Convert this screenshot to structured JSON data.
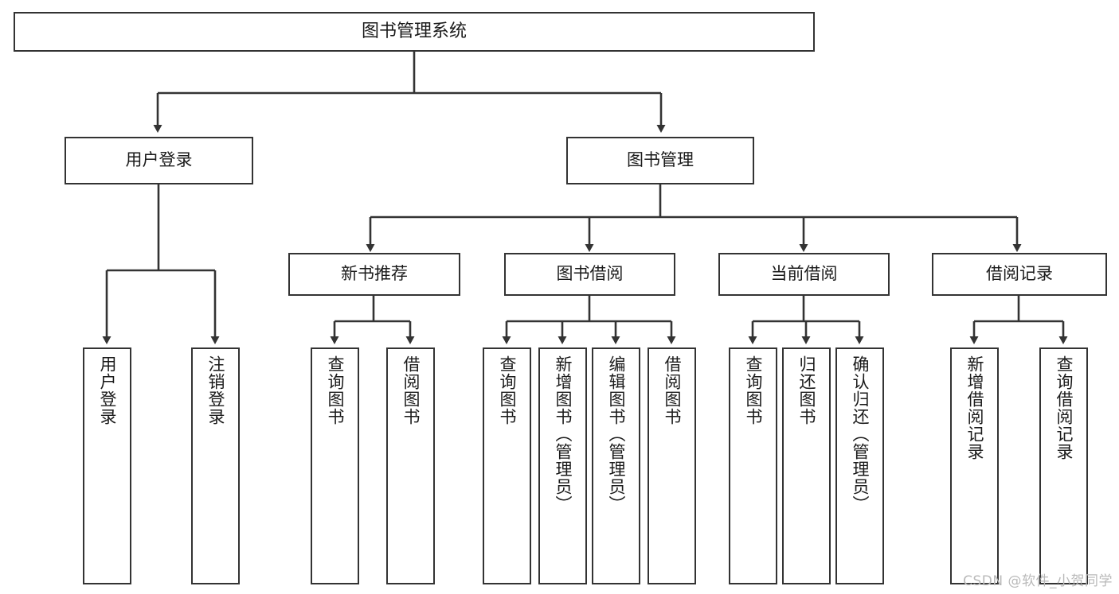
{
  "diagram": {
    "title": "图书管理系统",
    "type": "tree-hierarchy-chart",
    "watermark": "CSDN @软件_小贺同学",
    "colors": {
      "background": "#ffffff",
      "node_border": "#333333",
      "node_fill": "#ffffff",
      "connector": "#333333",
      "text": "#1a1a1a",
      "watermark": "#b9b9b9"
    },
    "root": {
      "label": "图书管理系统"
    },
    "level2": [
      {
        "label": "用户登录"
      },
      {
        "label": "图书管理"
      }
    ],
    "level3": [
      {
        "label": "新书推荐"
      },
      {
        "label": "图书借阅"
      },
      {
        "label": "当前借阅"
      },
      {
        "label": "借阅记录"
      }
    ],
    "leaves": {
      "user_login": [
        {
          "label": "用户登录"
        },
        {
          "label": "注销登录"
        }
      ],
      "new_book_recommend": [
        {
          "label": "查询图书"
        },
        {
          "label": "借阅图书"
        }
      ],
      "book_borrow": [
        {
          "label": "查询图书"
        },
        {
          "label": "新增图书（管理员）"
        },
        {
          "label": "编辑图书（管理员）"
        },
        {
          "label": "借阅图书"
        }
      ],
      "current_borrow": [
        {
          "label": "查询图书"
        },
        {
          "label": "归还图书"
        },
        {
          "label": "确认归还（管理员）"
        }
      ],
      "borrow_record": [
        {
          "label": "新增借阅记录"
        },
        {
          "label": "查询借阅记录"
        }
      ]
    }
  }
}
